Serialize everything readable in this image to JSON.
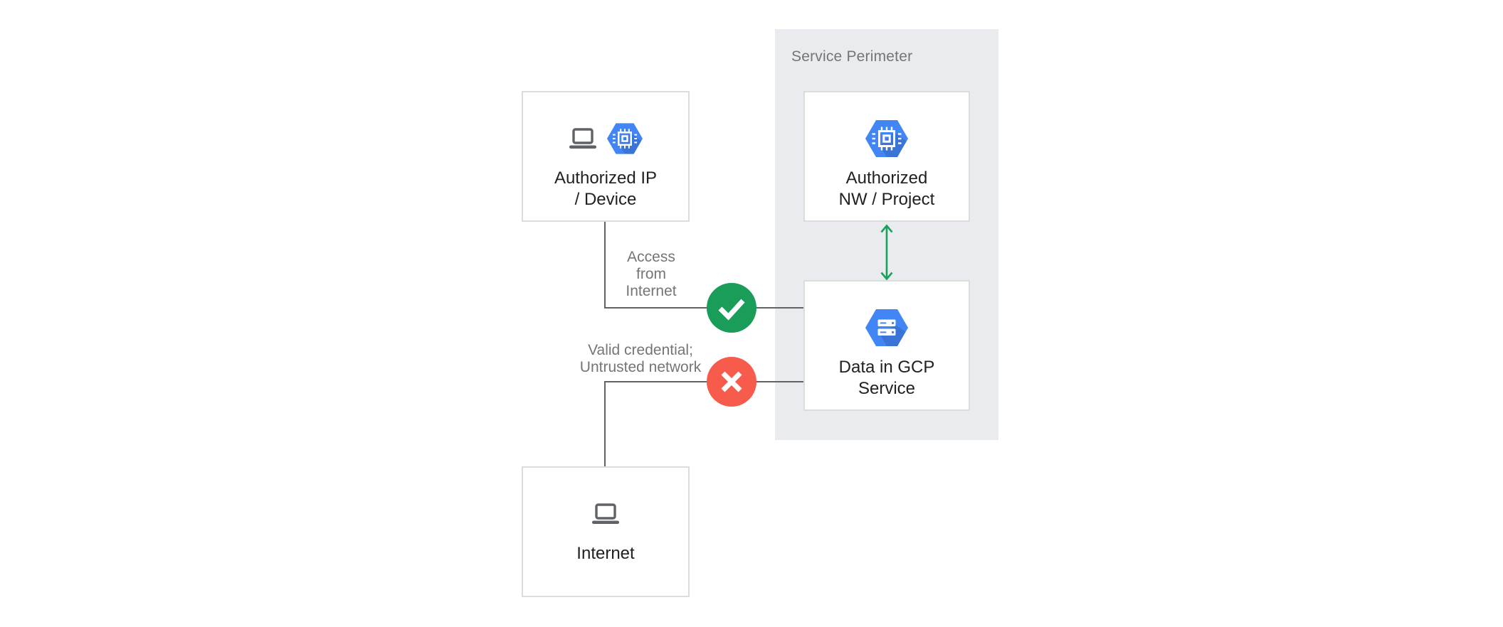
{
  "perimeter": {
    "label": "Service Perimeter"
  },
  "nodes": {
    "authorized_ip_device": {
      "line1": "Authorized IP",
      "line2": "/ Device"
    },
    "authorized_nw_project": {
      "line1": "Authorized",
      "line2": "NW / Project"
    },
    "data_in_gcp_service": {
      "line1": "Data in GCP",
      "line2": "Service"
    },
    "internet": {
      "label": "Internet"
    }
  },
  "edges": {
    "access_from_internet": {
      "line1": "Access",
      "line2": "from",
      "line3": "Internet",
      "status_icon": "check-icon"
    },
    "valid_credential_untrusted": {
      "line1": "Valid credential;",
      "line2": "Untrusted network",
      "status_icon": "x-icon"
    }
  },
  "icons": {
    "laptop": "laptop-icon",
    "compute_chip_hexagon": "compute-engine-hexagon-icon",
    "storage_hexagon": "cloud-storage-hexagon-icon",
    "check": "check-icon",
    "cross": "x-icon",
    "double_arrow": "double-arrow-icon"
  },
  "colors": {
    "panel_bg": "#E9EBEE",
    "node_border": "#DBDCDE",
    "connector_gray": "#616366",
    "gcp_blue": "#4285F4",
    "allow_green": "#1A9D58",
    "arrow_green": "#1AA05C",
    "deny_red": "#F75B4C",
    "label_gray": "#757575",
    "node_text": "#212121",
    "icon_gray": "#5F6368"
  }
}
